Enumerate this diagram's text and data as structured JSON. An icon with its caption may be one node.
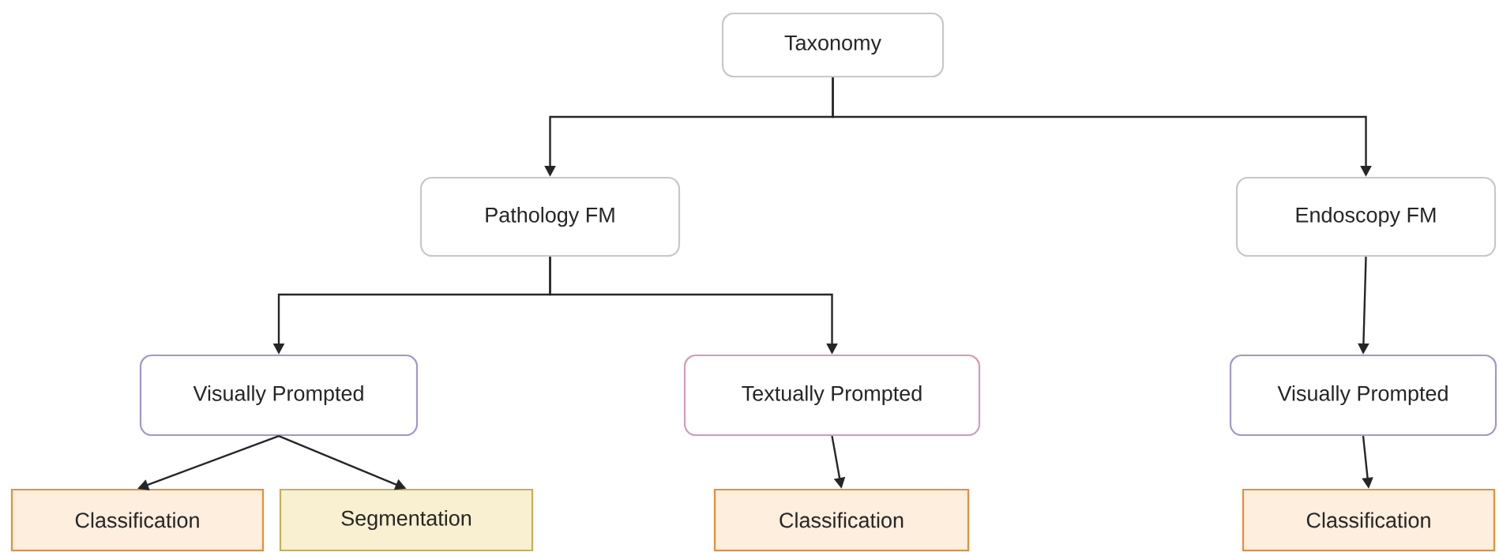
{
  "diagram": {
    "nodes": [
      {
        "text": [
          "Taxonomy"
        ]
      },
      {
        "text": [
          "Pathology FM"
        ]
      },
      {
        "text": [
          "Endoscopy FM"
        ]
      },
      {
        "text": [
          "Visually Prompted"
        ]
      },
      {
        "text": [
          "Textually Prompted"
        ]
      },
      {
        "text": [
          "Visually Prompted"
        ]
      },
      {
        "text": [
          "Classification"
        ]
      },
      {
        "text": [
          "Segmentation"
        ]
      },
      {
        "text": [
          "Classification"
        ]
      },
      {
        "text": [
          "Classification"
        ]
      }
    ],
    "edges": [
      {
        "from": 0,
        "to": 1,
        "arrow": "to"
      },
      {
        "from": 0,
        "to": 2,
        "arrow": "to"
      },
      {
        "from": 1,
        "to": 3,
        "arrow": "to"
      },
      {
        "from": 1,
        "to": 4,
        "arrow": "to"
      },
      {
        "from": 2,
        "to": 5,
        "arrow": "to"
      },
      {
        "from": 3,
        "to": 6,
        "arrow": "to"
      },
      {
        "from": 3,
        "to": 7,
        "arrow": "to"
      },
      {
        "from": 4,
        "to": 8,
        "arrow": "to"
      },
      {
        "from": 5,
        "to": 9,
        "arrow": "to"
      }
    ]
  }
}
